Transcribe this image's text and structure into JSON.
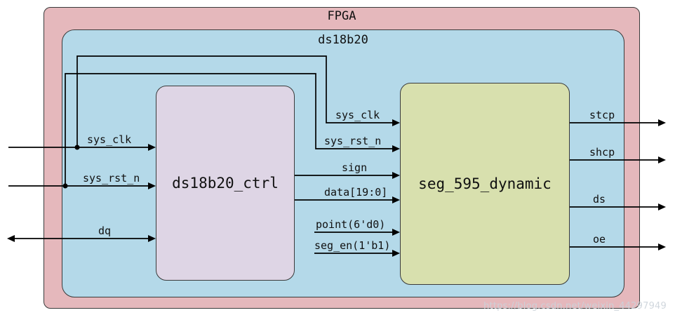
{
  "diagram": {
    "outer_label": "FPGA",
    "inner_label": "ds18b20",
    "modules": [
      {
        "id": "ds18b20_ctrl",
        "label": "ds18b20_ctrl"
      },
      {
        "id": "seg_595_dynamic",
        "label": "seg_595_dynamic"
      }
    ],
    "inputs": [
      {
        "label": "sys_clk",
        "direction": "in"
      },
      {
        "label": "sys_rst_n",
        "direction": "in"
      },
      {
        "label": "dq",
        "direction": "bidirectional"
      }
    ],
    "internal_signals": [
      {
        "label": "sys_clk"
      },
      {
        "label": "sys_rst_n"
      },
      {
        "label": "sign"
      },
      {
        "label": "data[19:0]"
      },
      {
        "label": "point(6'd0)"
      },
      {
        "label": "seg_en(1'b1)"
      }
    ],
    "outputs": [
      {
        "label": "stcp"
      },
      {
        "label": "shcp"
      },
      {
        "label": "ds"
      },
      {
        "label": "oe"
      }
    ],
    "colors": {
      "fpga_fill": "#e5b8bc",
      "ds18b20_fill": "#b4d9e9",
      "ctrl_fill": "#ded5e5",
      "seg_fill": "#d8e0ae",
      "line": "#000000"
    }
  },
  "watermark": "https://blog.csdn.net/weixin_44297949"
}
